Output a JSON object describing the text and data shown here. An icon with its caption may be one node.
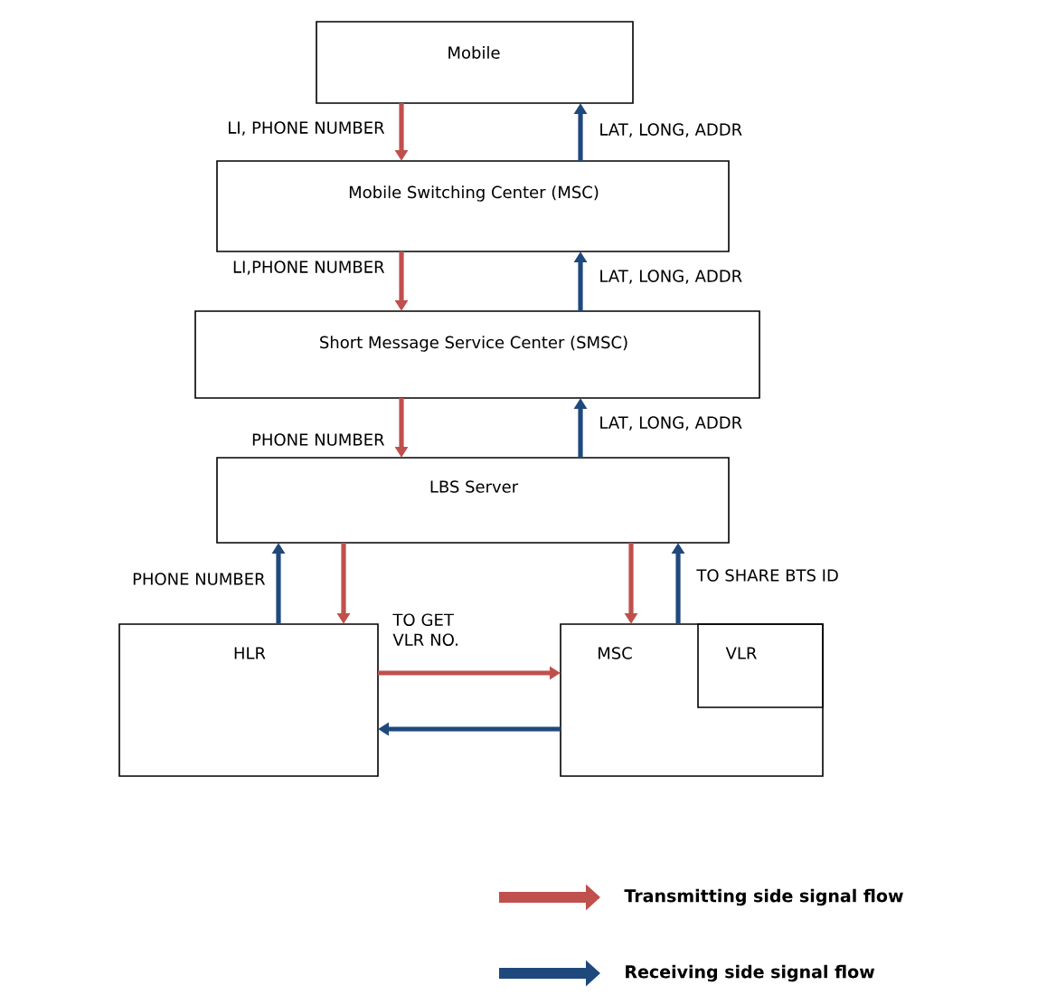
{
  "diagram": {
    "nodes": [
      {
        "text": [
          "Mobile"
        ]
      },
      {
        "text": [
          "Mobile Switching Center (MSC)"
        ]
      },
      {
        "text": [
          "Short Message Service Center (SMSC)"
        ]
      },
      {
        "text": [
          "LBS Server"
        ]
      },
      {
        "text": [
          "HLR"
        ]
      },
      {
        "text": [
          "MSC"
        ]
      },
      {
        "text": [
          "VLR"
        ],
        "in": 5
      }
    ],
    "edges": [
      {
        "from": 0,
        "to": 1,
        "arrow": "to",
        "label": "LI, PHONE NUMBER",
        "color": "#c0504d"
      },
      {
        "from": 1,
        "to": 0,
        "arrow": "to",
        "label": "LAT, LONG, ADDR",
        "color": "#1f497d"
      },
      {
        "from": 1,
        "to": 2,
        "arrow": "to",
        "label": "LI,PHONE NUMBER",
        "color": "#c0504d"
      },
      {
        "from": 2,
        "to": 1,
        "arrow": "to",
        "label": "LAT, LONG, ADDR",
        "color": "#1f497d"
      },
      {
        "from": 2,
        "to": 3,
        "arrow": "to",
        "label": "PHONE NUMBER",
        "color": "#c0504d"
      },
      {
        "from": 3,
        "to": 2,
        "arrow": "to",
        "label": "LAT, LONG, ADDR",
        "color": "#1f497d"
      },
      {
        "from": 4,
        "to": 3,
        "arrow": "to",
        "label": "PHONE NUMBER",
        "color": "#1f497d"
      },
      {
        "from": 3,
        "to": 4,
        "arrow": "to",
        "color": "#c0504d"
      },
      {
        "from": 3,
        "to": 5,
        "arrow": "to",
        "color": "#c0504d"
      },
      {
        "from": 5,
        "to": 3,
        "arrow": "to",
        "label": "TO SHARE BTS ID",
        "color": "#1f497d"
      },
      {
        "from": 4,
        "to": 5,
        "arrow": "to",
        "label": "TO GET VLR NO.",
        "color": "#c0504d"
      },
      {
        "from": 5,
        "to": 4,
        "arrow": "to",
        "color": "#1f497d"
      }
    ],
    "legend": [
      {
        "text": "Transmitting side signal flow",
        "color": "#c0504d"
      },
      {
        "text": "Receiving side signal flow",
        "color": "#1f497d"
      }
    ]
  }
}
